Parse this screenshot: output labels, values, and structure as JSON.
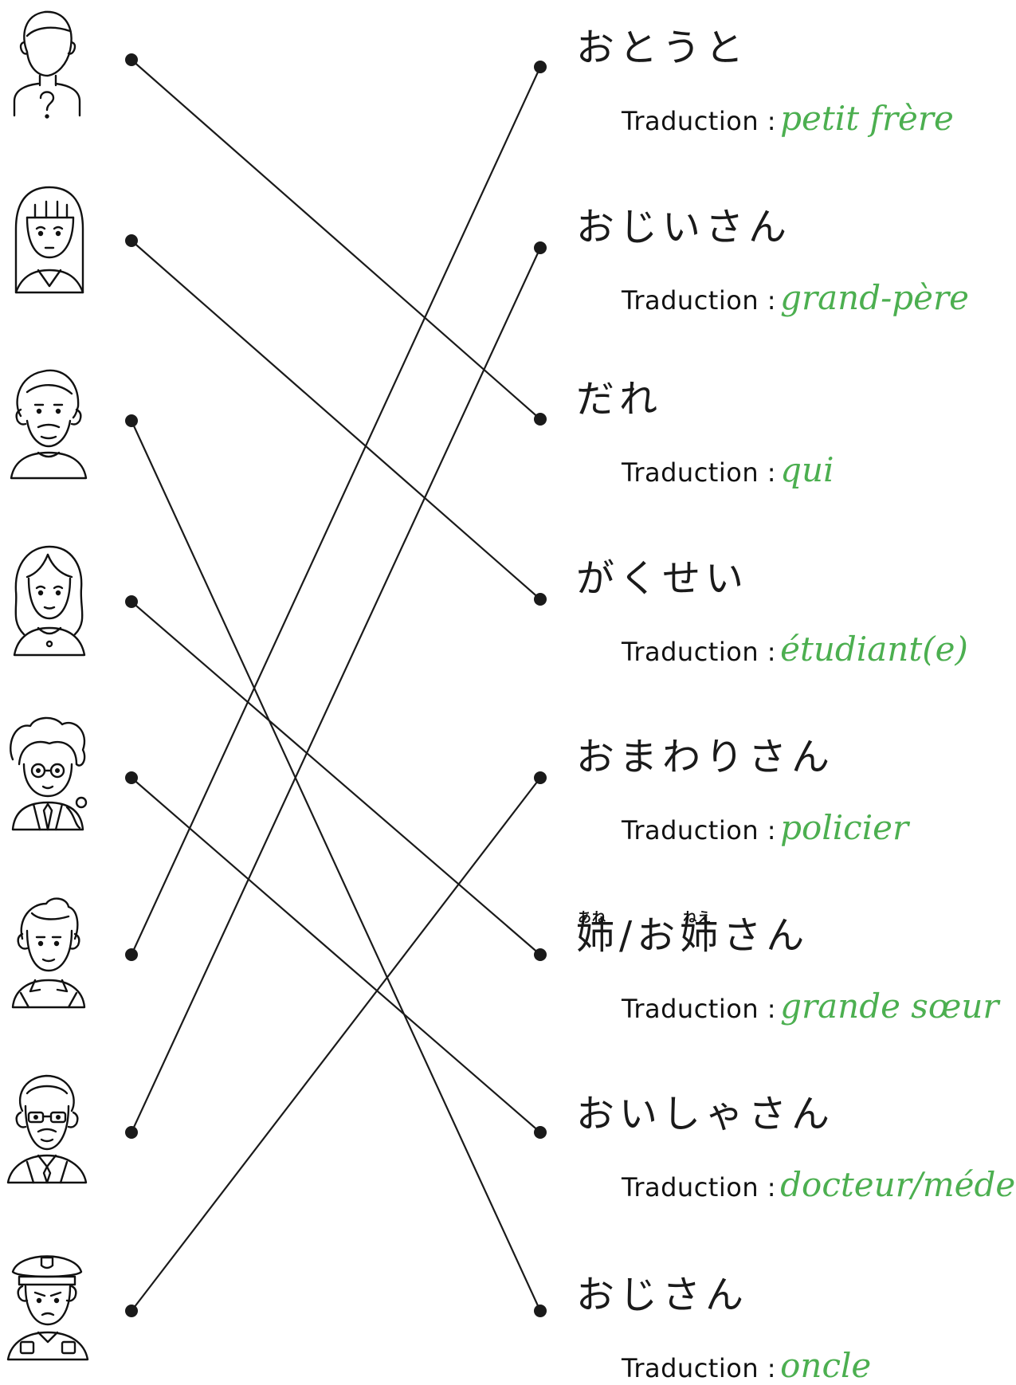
{
  "avatars": [
    {
      "icon": "unknown-person-icon"
    },
    {
      "icon": "girl-student-icon"
    },
    {
      "icon": "bearded-uncle-icon"
    },
    {
      "icon": "long-hair-sister-icon"
    },
    {
      "icon": "doctor-icon"
    },
    {
      "icon": "little-brother-icon"
    },
    {
      "icon": "grandfather-icon"
    },
    {
      "icon": "police-officer-icon"
    }
  ],
  "terms": [
    {
      "jp": "おとうと",
      "label": "Traduction :",
      "answer": "petit frère"
    },
    {
      "jp": "おじいさん",
      "label": "Traduction :",
      "answer": "grand-père"
    },
    {
      "jp": "だれ",
      "label": "Traduction :",
      "answer": "qui"
    },
    {
      "jp": "がくせい",
      "label": "Traduction :",
      "answer": "étudiant(e)"
    },
    {
      "jp": "おまわりさん",
      "label": "Traduction :",
      "answer": "policier"
    },
    {
      "jp_part1": "姉",
      "jp_sep": "/お",
      "jp_part2": "姉",
      "jp_part3": "さん",
      "furigana1": "あね",
      "furigana2": "ねえ",
      "label": "Traduction :",
      "answer": "grande sœur"
    },
    {
      "jp": "おいしゃさん",
      "label": "Traduction :",
      "answer": "docteur/médecin"
    },
    {
      "jp": "おじさん",
      "label": "Traduction :",
      "answer": "oncle"
    }
  ],
  "connections": [
    {
      "from": 0,
      "to": 2
    },
    {
      "from": 1,
      "to": 3
    },
    {
      "from": 2,
      "to": 7
    },
    {
      "from": 3,
      "to": 5
    },
    {
      "from": 4,
      "to": 6
    },
    {
      "from": 5,
      "to": 0
    },
    {
      "from": 6,
      "to": 1
    },
    {
      "from": 7,
      "to": 4
    }
  ],
  "colors": {
    "line": "#1a1a1a",
    "answer": "#4caf50"
  }
}
